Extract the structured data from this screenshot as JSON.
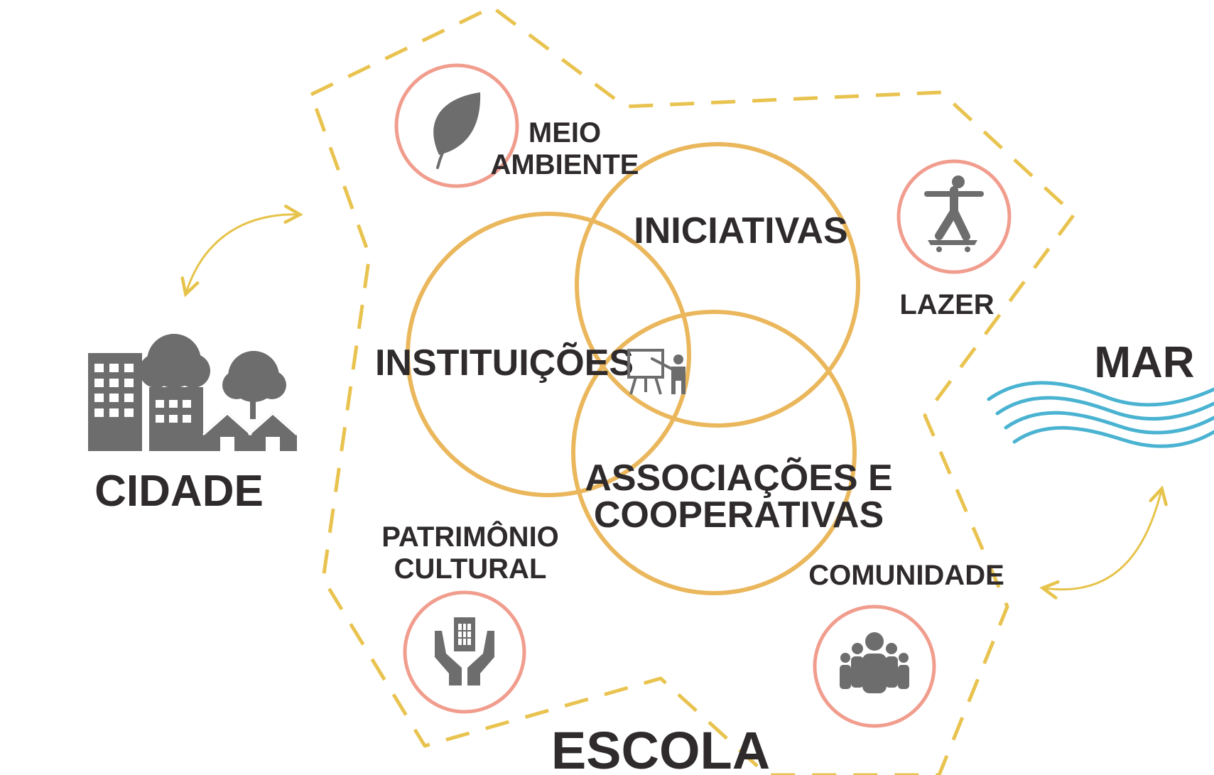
{
  "colors": {
    "dash": "#e9c34f",
    "venn": "#eab75c",
    "icon_ring": "#f19d8e",
    "icon_fill": "#6d6d6d",
    "arrow": "#e6c34b",
    "waves": "#4ab3d1",
    "text": "#2f2b2c"
  },
  "venn": {
    "instituicoes": "INSTITUIÇÕES",
    "iniciativas": "INICIATIVAS",
    "associacoes_line1": "ASSOCIAÇÕES E",
    "associacoes_line2": "COOPERATIVAS",
    "center_icon": "teacher-board-icon"
  },
  "themes": {
    "meio_ambiente": {
      "line1": "MEIO",
      "line2": "AMBIENTE",
      "icon": "leaf-icon"
    },
    "lazer": {
      "line1": "LAZER",
      "icon": "skateboarder-icon"
    },
    "patrimonio_cultural": {
      "line1": "PATRIMÔNIO",
      "line2": "CULTURAL",
      "icon": "hands-building-icon"
    },
    "comunidade": {
      "line1": "COMUNIDADE",
      "icon": "people-group-icon"
    }
  },
  "outside": {
    "cidade": {
      "label": "CIDADE",
      "icon": "city-icon"
    },
    "mar": {
      "label": "MAR",
      "icon": "waves-icon"
    }
  },
  "escola": "ESCOLA"
}
